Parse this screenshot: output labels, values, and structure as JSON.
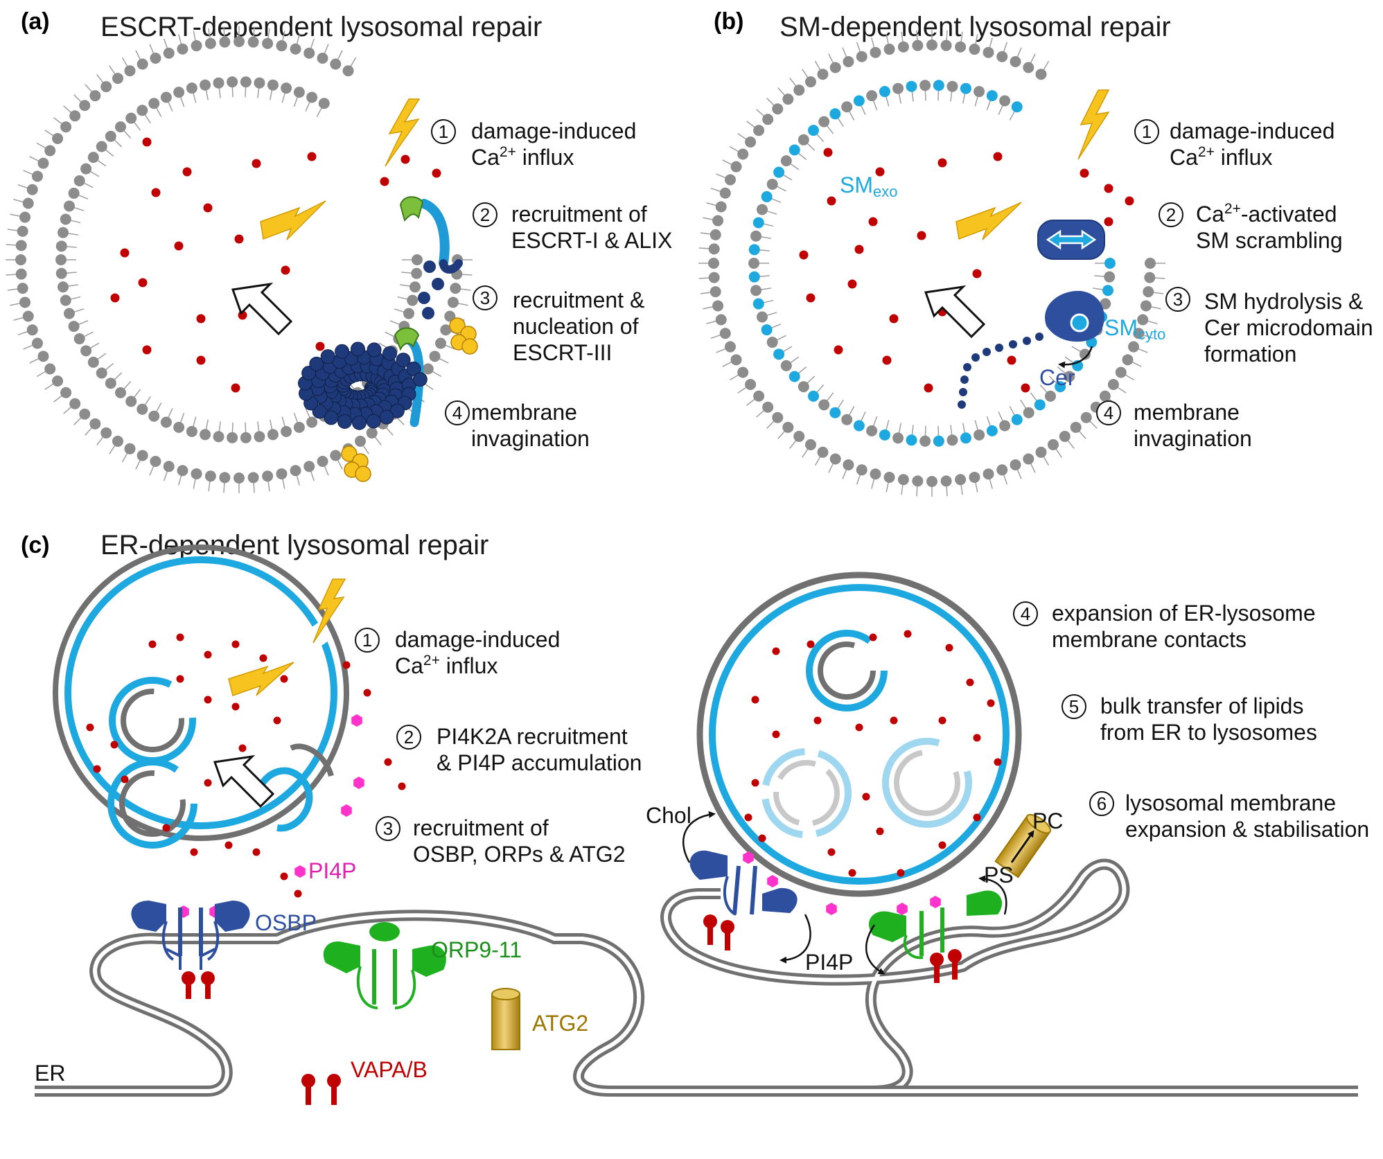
{
  "colors": {
    "lipid_head": "#8c8c8c",
    "lipid_tail": "#9e9e9e",
    "sm_blue": "#1ea8e0",
    "calcium": "#c00000",
    "escrt": "#1f3a7a",
    "alix_green": "#7cbf3a",
    "alix_blue": "#1e9ad6",
    "yellow": "#f7c31f",
    "pi4p": "#ff33cc",
    "osbp": "#2e4f9e",
    "orp": "#1fb01f",
    "atg2": "#c9a227",
    "vap": "#c00000",
    "membrane_grey": "#707070",
    "lyso_blue": "#1ea8e0"
  },
  "panel_a": {
    "label": "(a)",
    "title": "ESCRT-dependent lysosomal repair",
    "steps": [
      {
        "num": "1",
        "line1": "damage-induced",
        "line2_pre": "Ca",
        "line2_sup": "2+",
        "line2_post": " influx"
      },
      {
        "num": "2",
        "line1": "recruitment of",
        "line2": "ESCRT-I & ALIX"
      },
      {
        "num": "3",
        "line1": "recruitment &",
        "line2": "nucleation of",
        "line3": "ESCRT-III"
      },
      {
        "num": "4",
        "line1": "membrane",
        "line2": "invagination"
      }
    ]
  },
  "panel_b": {
    "label": "(b)",
    "title": "SM-dependent lysosomal repair",
    "sm_exo_base": "SM",
    "sm_exo_sub": "exo",
    "sm_cyto_base": "SM",
    "sm_cyto_sub": "cyto",
    "cer": "Cer",
    "steps": [
      {
        "num": "1",
        "line1": "damage-induced",
        "line2_pre": "Ca",
        "line2_sup": "2+",
        "line2_post": " influx"
      },
      {
        "num": "2",
        "line1_pre": "Ca",
        "line1_sup": "2+",
        "line1_post": "-activated",
        "line2": "SM scrambling"
      },
      {
        "num": "3",
        "line1": "SM hydrolysis &",
        "line2": "Cer microdomain",
        "line3": "formation"
      },
      {
        "num": "4",
        "line1": "membrane",
        "line2": "invagination"
      }
    ]
  },
  "panel_c": {
    "label": "(c)",
    "title": "ER-dependent lysosomal repair",
    "steps": [
      {
        "num": "1",
        "line1": "damage-induced",
        "line2_pre": "Ca",
        "line2_sup": "2+",
        "line2_post": " influx"
      },
      {
        "num": "2",
        "line1": "PI4K2A recruitment",
        "line2": "& PI4P accumulation"
      },
      {
        "num": "3",
        "line1": "recruitment of",
        "line2": "OSBP, ORPs & ATG2"
      },
      {
        "num": "4",
        "line1": "expansion of ER-lysosome",
        "line2": "membrane contacts"
      },
      {
        "num": "5",
        "line1": "bulk transfer of lipids",
        "line2": "from ER to lysosomes"
      },
      {
        "num": "6",
        "line1": "lysosomal membrane",
        "line2": "expansion & stabilisation"
      }
    ],
    "labels": {
      "pi4p": "PI4P",
      "osbp": "OSBP",
      "orp": "ORP9-11",
      "atg2": "ATG2",
      "vap": "VAPA/B",
      "er": "ER",
      "chol": "Chol",
      "pc": "PC",
      "ps": "PS",
      "pi4p_transfer": "PI4P"
    }
  }
}
